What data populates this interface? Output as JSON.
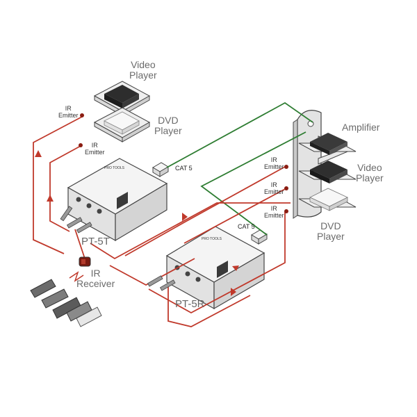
{
  "labels": {
    "video_player_top": [
      "Video",
      "Player"
    ],
    "dvd_player_top": [
      "DVD",
      "Player"
    ],
    "amplifier": "Amplifier",
    "video_player_right": [
      "Video",
      "Player"
    ],
    "dvd_player_right": [
      "DVD",
      "Player"
    ],
    "ir_emitter": [
      "IR",
      "Emitter"
    ],
    "cat5": "CAT 5",
    "pt5t": "PT-5T",
    "pt5r": "PT-5R",
    "ir_receiver": [
      "IR",
      "Receiver"
    ]
  },
  "colors": {
    "ir_cable": "#c0392b",
    "cat5_cable": "#2e7d32",
    "device_body": "#f2f2f2",
    "device_edge": "#555555",
    "shelf": "#e6e6e6"
  }
}
